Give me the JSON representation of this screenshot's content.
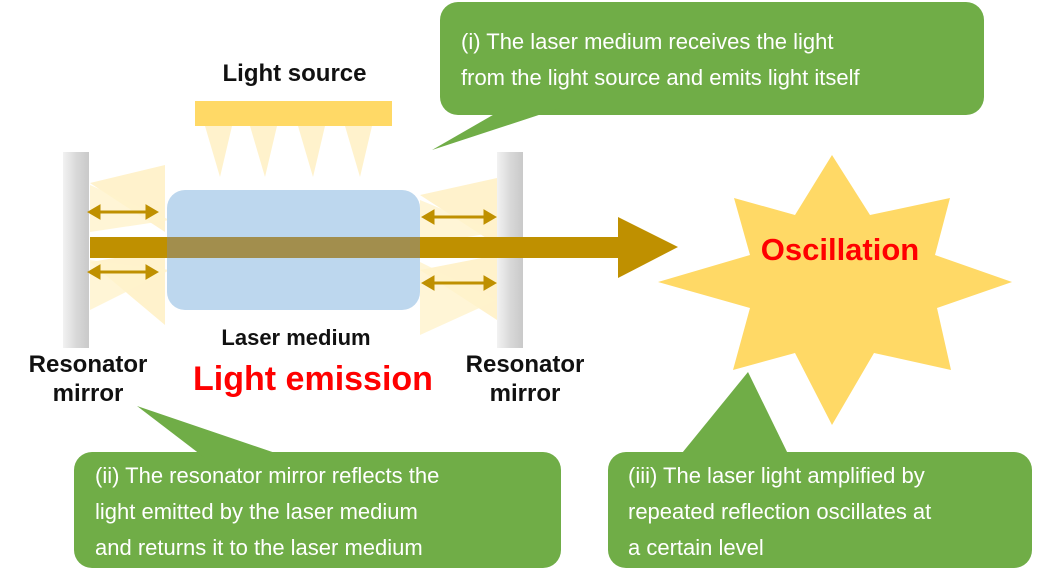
{
  "labels": {
    "light_source": "Light source",
    "laser_medium": "Laser medium",
    "light_emission": "Light emission",
    "resonator_left_line1": "Resonator",
    "resonator_left_line2": "mirror",
    "resonator_right_line1": "Resonator",
    "resonator_right_line2": "mirror",
    "oscillation": "Oscillation"
  },
  "callouts": {
    "step1": {
      "line1": "(i) The laser medium receives the light",
      "line2": "from the light source and emits light itself"
    },
    "step2": {
      "line1": "(ii) The resonator mirror reflects the",
      "line2": "light emitted by the laser medium",
      "line3": "and returns it to the laser medium"
    },
    "step3": {
      "line1": "(iii) The laser light amplified by",
      "line2": "repeated reflection oscillates at",
      "line3": "a certain level"
    }
  },
  "colors": {
    "callout_green": "#70AD47",
    "light_yellow": "#FFD966",
    "beam_gold": "#BF9000",
    "medium_blue": "#BDD7EE",
    "emission_red": "#FF0000",
    "mirror_gray": "#D9D9D9"
  }
}
